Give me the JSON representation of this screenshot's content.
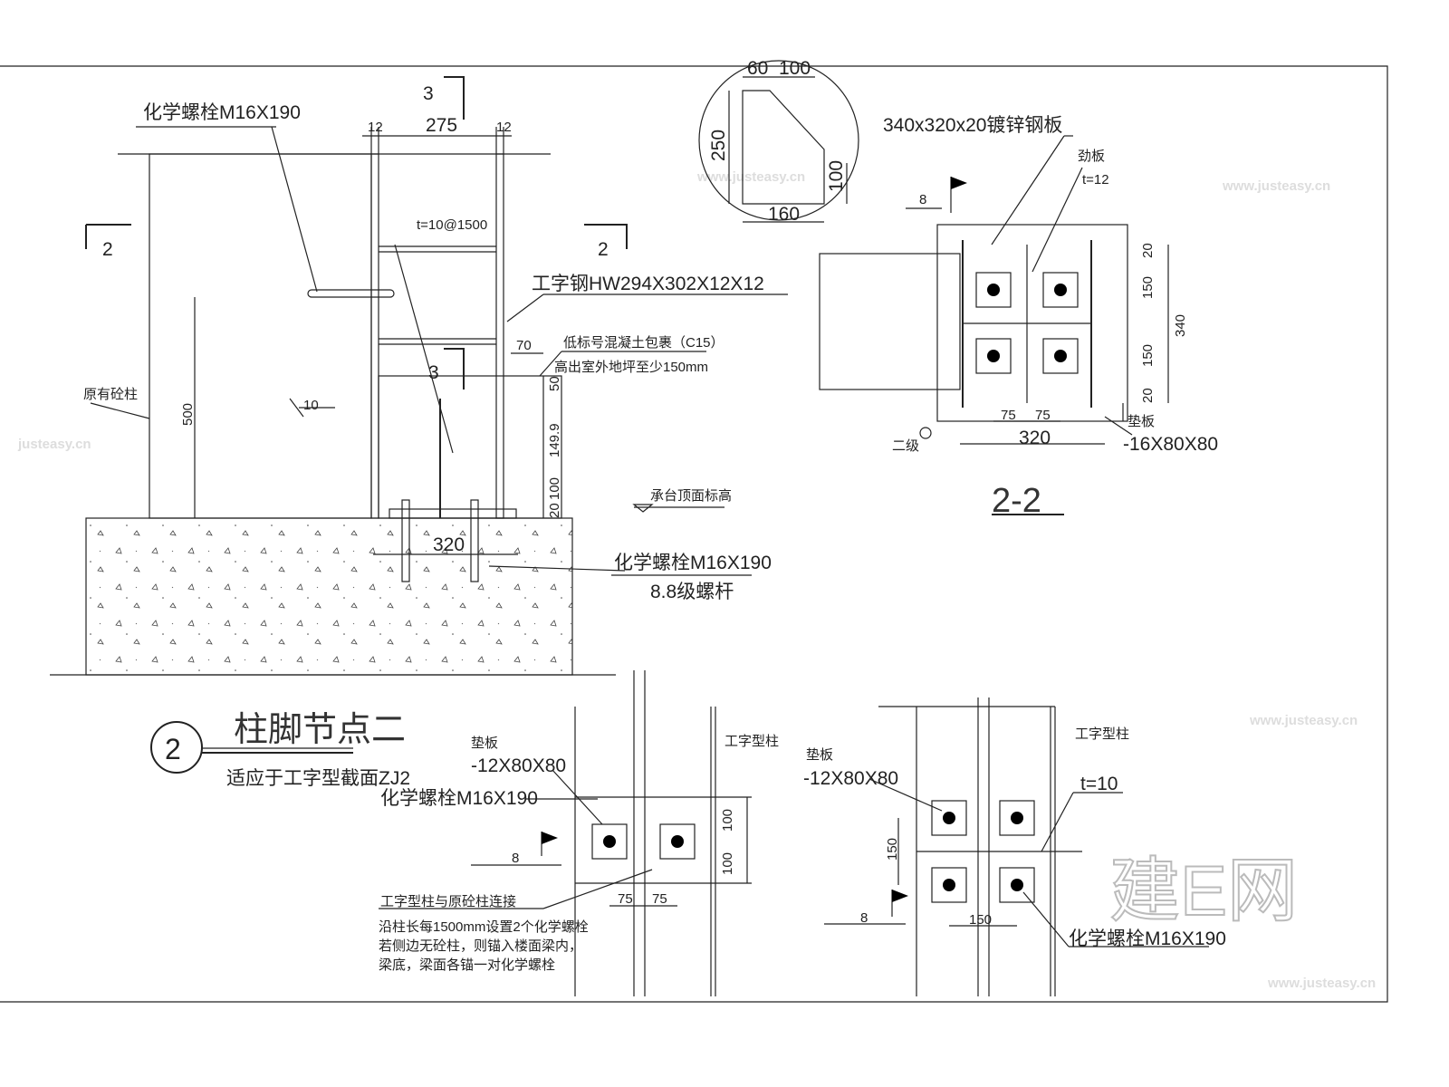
{
  "main_detail": {
    "bolt_top": "化学螺栓M16X190",
    "section_3": "3",
    "section_2": "2",
    "dim_12a": "12",
    "dim_275": "275",
    "dim_12b": "12",
    "stiffener": "t=10@1500",
    "steel_section": "工字钢HW294X302X12X12",
    "encase_1": "低标号混凝土包裹（C15）",
    "encase_2": "高出室外地坪至少150mm",
    "dim_70": "70",
    "existing_col": "原有砼柱",
    "dim_500": "500",
    "weld_10": "10",
    "dim_50": "50",
    "dim_149": "149.9",
    "dim_100": "100",
    "dim_20": "20",
    "cap_elev": "承台顶面标高",
    "dim_320": "320",
    "bolt_bottom": "化学螺栓M16X190",
    "bolt_grade": "8.8级螺杆",
    "title": "柱脚节点二",
    "number": "2",
    "subtitle": "适应于工字型截面ZJ2"
  },
  "circle_detail": {
    "d60": "60",
    "d100a": "100",
    "d250": "250",
    "d100b": "100",
    "d160": "160"
  },
  "section_22": {
    "plate": "340x320x20镀锌钢板",
    "stiff": "劲板",
    "stiff_t": "t=12",
    "weld": "8",
    "d20a": "20",
    "d150a": "150",
    "d150b": "150",
    "d20b": "20",
    "d340": "340",
    "d75a": "75",
    "d75b": "75",
    "d320": "320",
    "pad": "垫板",
    "pad_size": "-16X80X80",
    "grade": "二级",
    "title": "2-2"
  },
  "plan_left": {
    "pad": "垫板",
    "pad_size": "-12X80X80",
    "col": "工字型柱",
    "bolt": "化学螺栓M16X190",
    "weld": "8",
    "d100a": "100",
    "d100b": "100",
    "d75a": "75",
    "d75b": "75",
    "note_title": "工字型柱与原砼柱连接",
    "note_1": "沿柱长每1500mm设置2个化学螺栓",
    "note_2": "若侧边无砼柱，则锚入楼面梁内，",
    "note_3": "梁底，梁面各锚一对化学螺栓"
  },
  "plan_right": {
    "pad": "垫板",
    "pad_size": "-12X80X80",
    "col": "工字型柱",
    "t": "t=10",
    "d150a": "150",
    "d150b": "150",
    "weld": "8",
    "bolt": "化学螺栓M16X190"
  },
  "watermark": {
    "logo": "建E网",
    "site": "www.justeasy.cn"
  }
}
